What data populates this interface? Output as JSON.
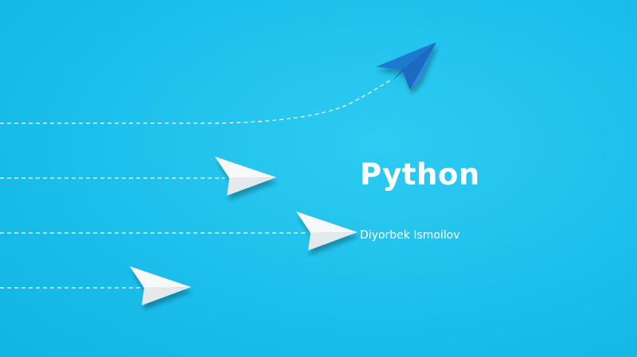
{
  "slide": {
    "title": "Python",
    "author": "Diyorbek Ismoilov",
    "background_color": "#1cbfeb",
    "accent_color": "#1b6fc4",
    "illustration": {
      "lead_plane": "blue-paper-plane-icon",
      "follower_planes": [
        "white-paper-plane-icon",
        "white-paper-plane-icon",
        "white-paper-plane-icon"
      ],
      "trail_style": "dashed-white"
    }
  }
}
